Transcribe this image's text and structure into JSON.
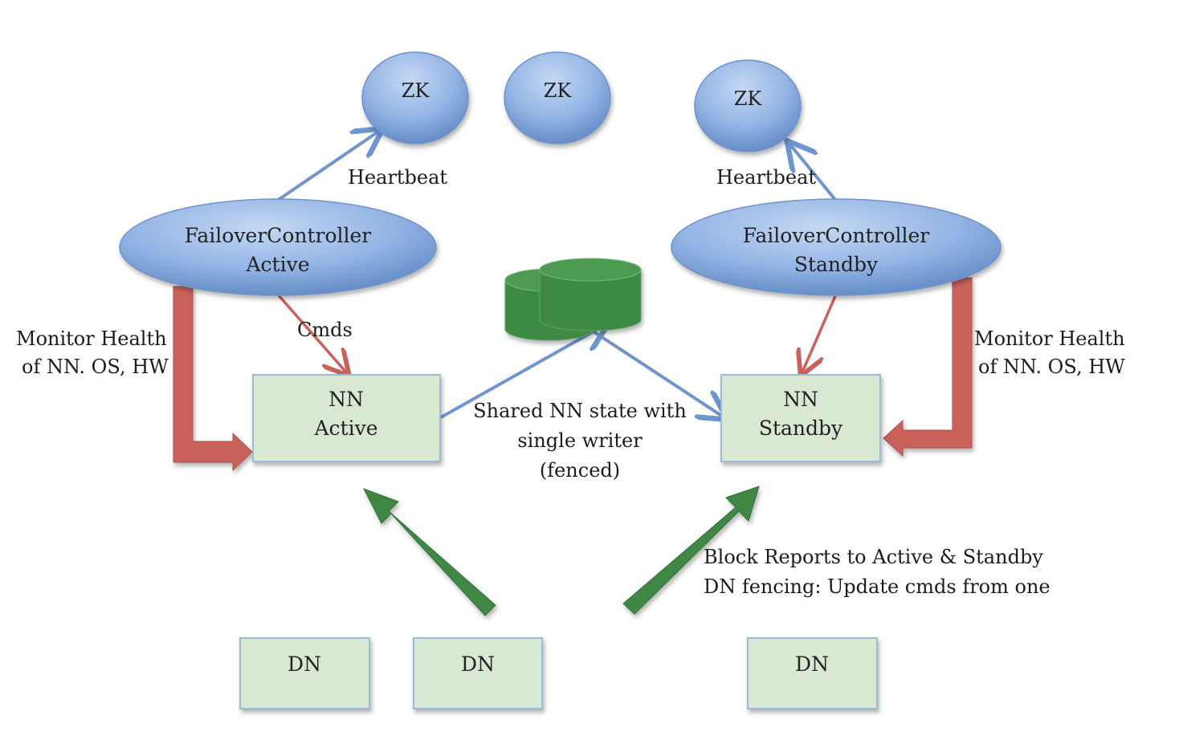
{
  "nodes": {
    "zk_left": "ZK",
    "zk_middle": "ZK",
    "zk_right": "ZK",
    "fc_active": [
      "FailoverController",
      "Active"
    ],
    "fc_standby": [
      "FailoverController",
      "Standby"
    ],
    "nn_active": [
      "NN",
      "Active"
    ],
    "nn_standby": [
      "NN",
      "Standby"
    ],
    "dn_1": "DN",
    "dn_2": "DN",
    "dn_3": "DN"
  },
  "labels": {
    "heartbeat_left": "Heartbeat",
    "heartbeat_right": "Heartbeat",
    "cmds": "Cmds",
    "monitor_left": [
      "Monitor Health",
      "of NN. OS, HW"
    ],
    "monitor_right": [
      "Monitor Health",
      "of NN. OS, HW"
    ],
    "shared_state": [
      "Shared NN state with",
      "single writer",
      "(fenced)"
    ],
    "block_reports": [
      "Block Reports to Active & Standby",
      "DN fencing: Update cmds from one"
    ]
  },
  "colors": {
    "ellipse_fill_light": "#a9c6ec",
    "ellipse_fill_dark": "#5d87c4",
    "ellipse_stroke": "#6f93c9",
    "box_fill": "#d8e8d2",
    "box_stroke": "#9bbcd6",
    "heartbeat_arrow": "#6e95cf",
    "red_arrow": "#c9625a",
    "green_arrow": "#3f8645",
    "storage": "#3d8b43"
  }
}
